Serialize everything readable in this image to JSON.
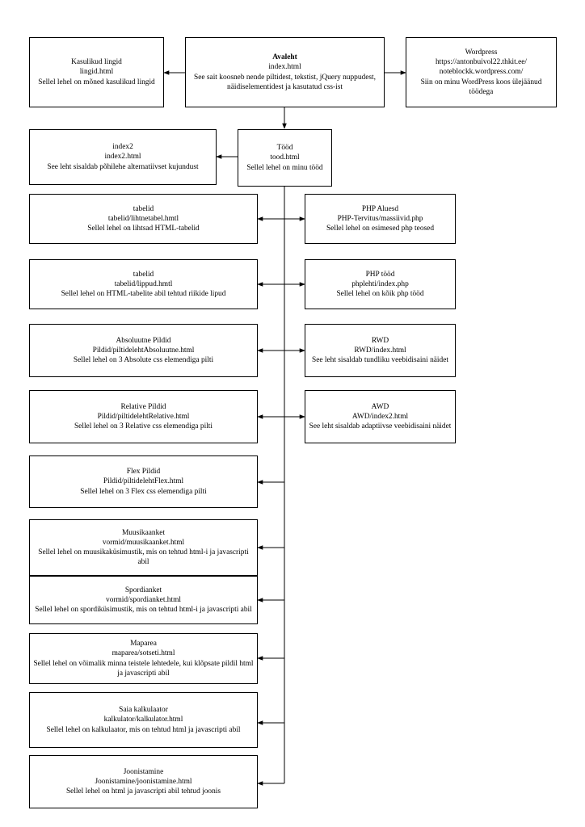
{
  "nodes": {
    "avaleht": {
      "title": "Avaleht",
      "file": "index.html",
      "desc": "See sait koosneb nende piltidest, tekstist, jQuery nuppudest, näidiselementidest ja kasutatud css-ist"
    },
    "kasulikud": {
      "title": "Kasulikud lingid",
      "file": "lingid.html",
      "desc": "Sellel lehel on mõned kasulikud lingid"
    },
    "wordpress": {
      "title": "Wordpress",
      "file": "https://antonbuivol22.thkit.ee/ noteblockk.wordpress.com/",
      "desc": "Siin on minu WordPress koos ülejäänud töödega"
    },
    "tood": {
      "title": "Tööd",
      "file": "tood.html",
      "desc": "Sellel lehel on minu tööd"
    },
    "index2": {
      "title": "index2",
      "file": "index2.html",
      "desc": "See leht sisaldab põhilehe alternatiivset kujundust"
    },
    "tabelid1": {
      "title": "tabelid",
      "file": "tabelid/lihtnetabel.hmtl",
      "desc": "Sellel lehel on lihtsad HTML-tabelid"
    },
    "php_alused": {
      "title": "PHP Aluesd",
      "file": "PHP-Tervitus/massiivid.php",
      "desc": "Sellel lehel on esimesed php teosed"
    },
    "tabelid2": {
      "title": "tabelid",
      "file": "tabelid/lippud.hmtl",
      "desc": "Sellel lehel on HTML-tabelite abil tehtud riikide lipud"
    },
    "php_tood": {
      "title": "PHP tööd",
      "file": "phplehti/index.php",
      "desc": "Sellel lehel on kõik php tööd"
    },
    "absoluutne": {
      "title": "Absoluutne Pildid",
      "file": "Pildid/piltidelehtAbsoluutne.html",
      "desc": "Sellel lehel on 3 Absolute css elemendiga pilti"
    },
    "rwd": {
      "title": "RWD",
      "file": "RWD/index.html",
      "desc": "See leht sisaldab tundliku veebidisaini näidet"
    },
    "relative": {
      "title": "Relative Pildid",
      "file": "Pildid/piltidelehtRelative.html",
      "desc": "Sellel lehel on 3 Relative css elemendiga pilti"
    },
    "awd": {
      "title": "AWD",
      "file": "AWD/index2.html",
      "desc": "See leht sisaldab adaptiivse veebidisaini näidet"
    },
    "flex": {
      "title": "Flex Pildid",
      "file": "Pildid/piltidelehtFlex.html",
      "desc": "Sellel lehel on 3 Flex css elemendiga pilti"
    },
    "muusika": {
      "title": "Muusikaanket",
      "file": "vormid/muusikaanket.html",
      "desc": "Sellel lehel on muusikaküsimustik, mis on tehtud html-i ja javascripti abil"
    },
    "spordi": {
      "title": "Spordianket",
      "file": "vormid/spordianket.html",
      "desc": "Sellel lehel on spordiküsimustik, mis on tehtud html-i ja javascripti abil"
    },
    "maparea": {
      "title": "Maparea",
      "file": "maparea/sotseti.html",
      "desc": "Sellel lehel on võimalik minna teistele lehtedele, kui klõpsate pildil html ja javascripti abil"
    },
    "kalkulaator": {
      "title": "Saia kalkulaator",
      "file": "kalkulator/kalkulator.html",
      "desc": "Sellel lehel on kalkulaator, mis on tehtud html ja javascripti abil"
    },
    "joonistamine": {
      "title": "Joonistamine",
      "file": "Joonistamine/joonistamine.html",
      "desc": "Sellel lehel on html ja javascripti abil tehtud joonis"
    }
  }
}
